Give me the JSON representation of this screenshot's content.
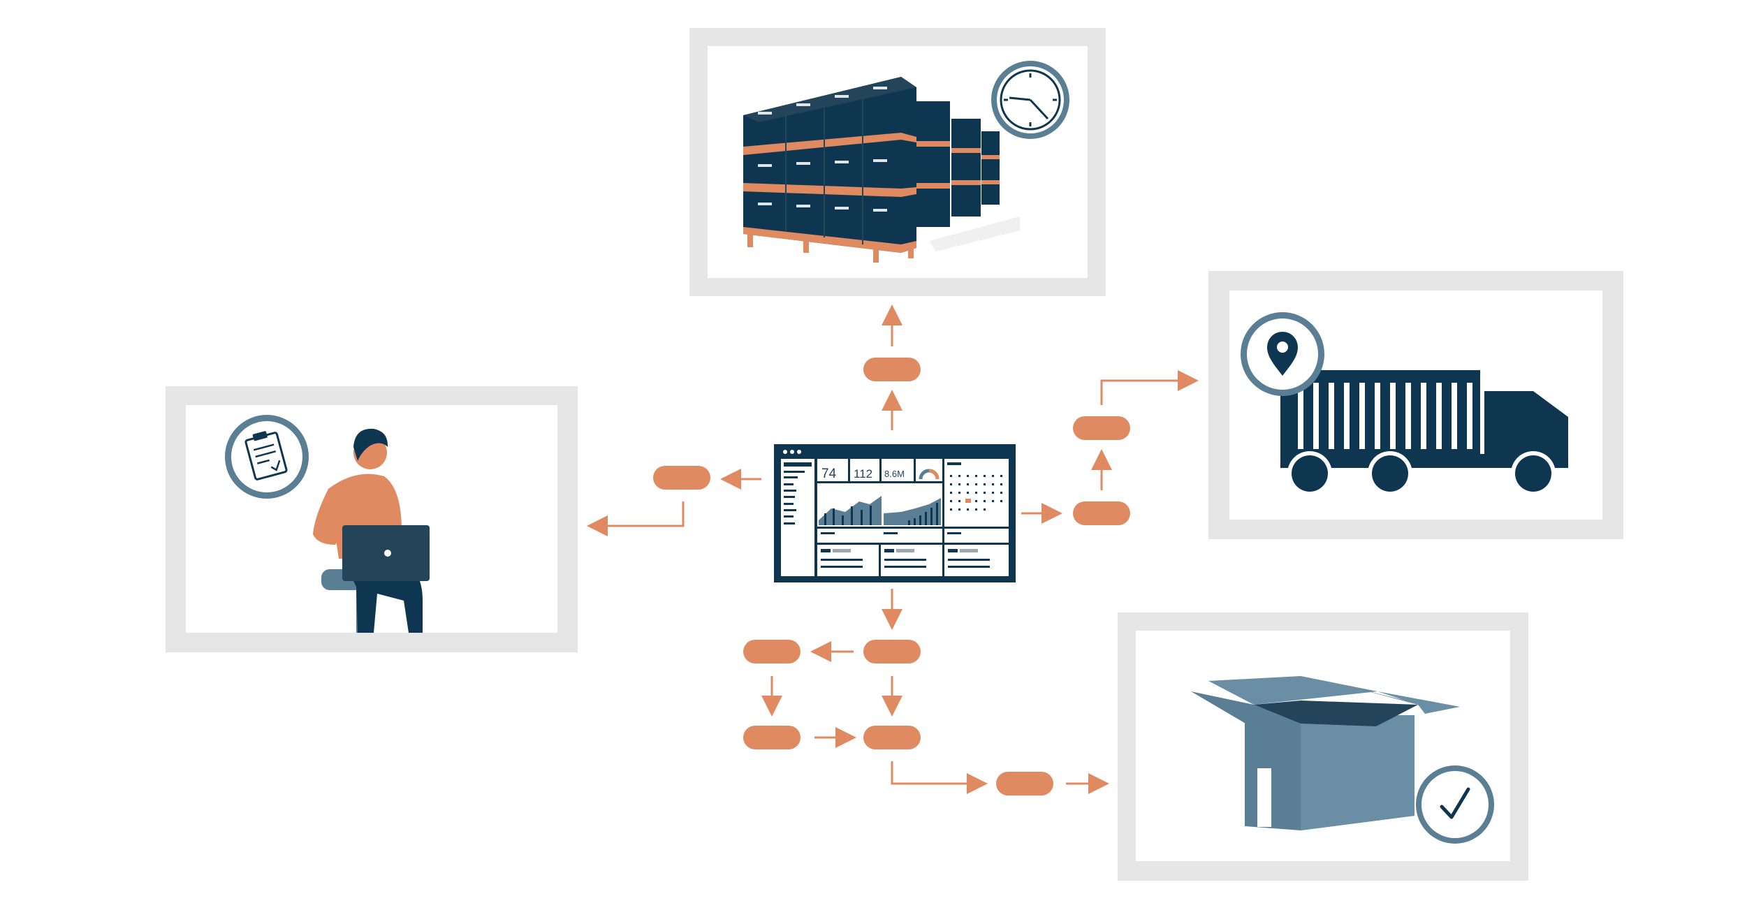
{
  "palette": {
    "navy": "#0f3651",
    "slate": "#5a7f95",
    "orange": "#e08a62",
    "frame_gray": "#e6e6e6",
    "white": "#ffffff"
  },
  "dashboard": {
    "kpi_1": "74",
    "kpi_2": "112",
    "kpi_3": "8.6M"
  },
  "icons": {
    "warehouse_badge": "clock-icon",
    "truck_badge": "location-pin-icon",
    "worker_badge": "clipboard-icon",
    "package_badge": "checkmark-icon"
  }
}
